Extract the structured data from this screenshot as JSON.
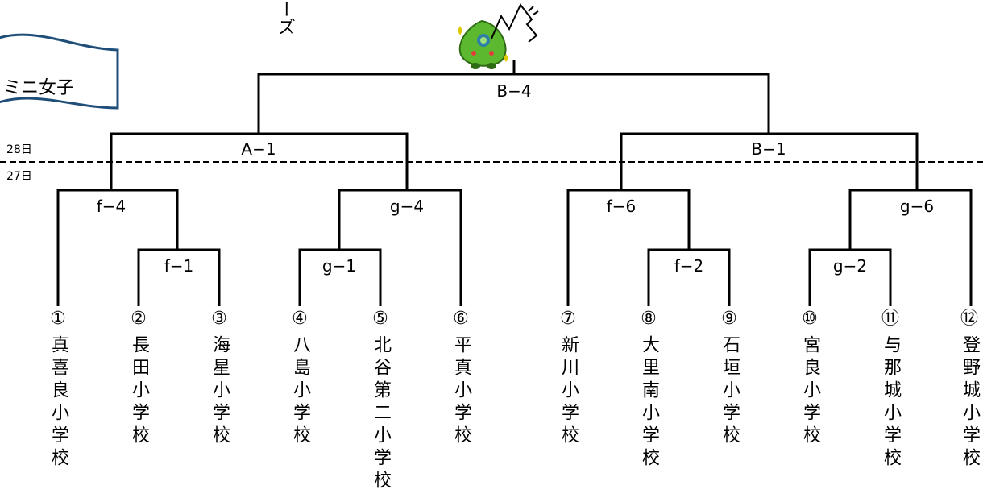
{
  "header_text": "ーズ",
  "title_banner": "ミニ女子",
  "days": {
    "upper": "28日",
    "lower": "27日"
  },
  "matches": {
    "final": "B−4",
    "left_semi": "A−1",
    "right_semi": "B−1",
    "f4": "f−4",
    "g4": "g−4",
    "f6": "f−6",
    "g6": "g−6",
    "f1": "f−1",
    "g1": "g−1",
    "f2": "f−2",
    "g2": "g−2"
  },
  "teams": [
    {
      "num": "①",
      "name": "真喜良小学校"
    },
    {
      "num": "②",
      "name": "長田小学校"
    },
    {
      "num": "③",
      "name": "海星小学校"
    },
    {
      "num": "④",
      "name": "八島小学校"
    },
    {
      "num": "⑤",
      "name": "北谷第二小学校"
    },
    {
      "num": "⑥",
      "name": "平真小学校"
    },
    {
      "num": "⑦",
      "name": "新川小学校"
    },
    {
      "num": "⑧",
      "name": "大里南小学校"
    },
    {
      "num": "⑨",
      "name": "石垣小学校"
    },
    {
      "num": "⑩",
      "name": "宮良小学校"
    },
    {
      "num": "⑪",
      "name": "与那城小学校"
    },
    {
      "num": "⑫",
      "name": "登野城小学校"
    }
  ],
  "colors": {
    "line": "#000000",
    "banner_border": "#1f4e79",
    "mascot": "#5cb82e"
  }
}
